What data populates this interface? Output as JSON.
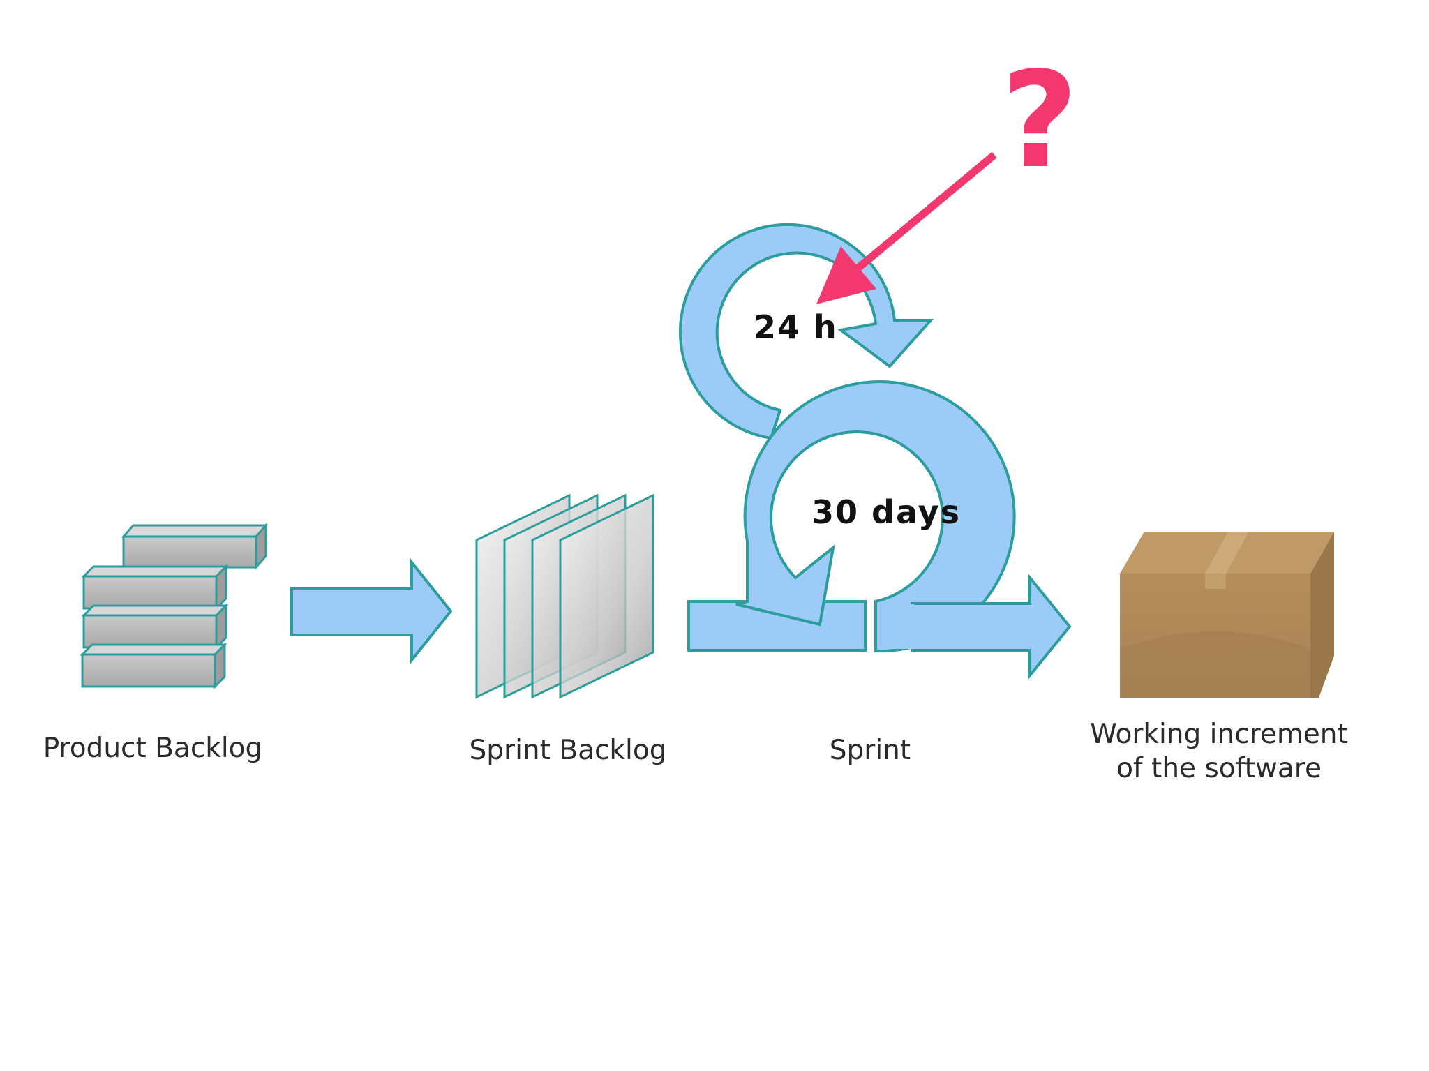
{
  "labels": {
    "product_backlog": "Product Backlog",
    "sprint_backlog": "Sprint Backlog",
    "sprint": "Sprint",
    "increment_line1": "Working increment",
    "increment_line2": "of the software"
  },
  "loops": {
    "daily": "24 h",
    "sprint": "30 days"
  },
  "annotation": {
    "mark": "?"
  },
  "colors": {
    "arrow_fill": "#9ccbf8",
    "arrow_stroke": "#2a9d9c",
    "brick_fill": "#b8b8b8",
    "box_fill": "#b08a5a",
    "annotation": "#f2386e"
  },
  "icons": [
    "stacked-bricks-icon",
    "stacked-sheets-icon",
    "cardboard-box-icon",
    "loop-arrow-icon",
    "right-arrow-icon"
  ]
}
